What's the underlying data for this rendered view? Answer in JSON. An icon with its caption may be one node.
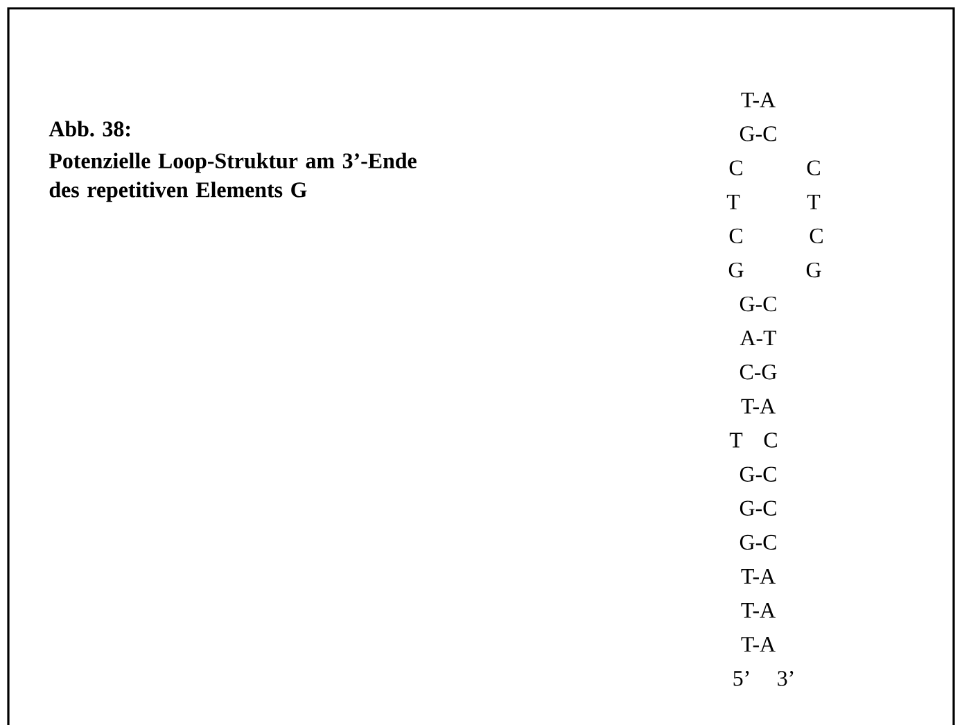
{
  "diagram": {
    "title": "Abb. 38:",
    "caption": "Potenzielle Loop-Struktur am 3’-Ende des repetitiven Elements G",
    "labels": [
      "T-A",
      "G-C",
      "C",
      "C",
      "T",
      "T",
      "C",
      "C",
      "G",
      "G",
      "G-C",
      "A-T",
      "C-G",
      "T-A",
      "T",
      "C",
      "G-C",
      "G-C",
      "G-C",
      "T-A",
      "T-A",
      "T-A",
      "5’",
      "3’"
    ]
  }
}
